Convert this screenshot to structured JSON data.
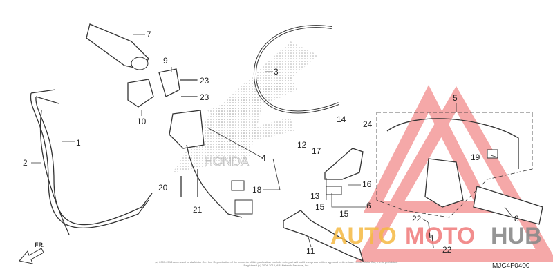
{
  "diagram": {
    "callouts": [
      "7",
      "9",
      "23",
      "23",
      "10",
      "3",
      "1",
      "2",
      "4",
      "12",
      "17",
      "14",
      "24",
      "5",
      "19",
      "13",
      "16",
      "15",
      "15",
      "6",
      "20",
      "21",
      "18",
      "11",
      "22",
      "22",
      "8"
    ],
    "direction_label": "FR.",
    "diagram_code": "MJC4F0400",
    "copyright": "(c) 2003-2013 American Honda Motor Co., Inc. Reproduction of the contents of this publication in whole or in part without the express written approval of American Honda Motor Co., Inc. is prohibited. Registered (c) 2004-2013, ARI Network Services, Inc."
  },
  "watermark": {
    "text_parts": [
      "AUTO",
      "MOTO",
      "HUB"
    ],
    "colors": {
      "auto": "#f5b942",
      "moto": "#f07a7a",
      "hub": "#8a8a8a",
      "triangle": "#f28b8b"
    }
  },
  "logo": {
    "text": "HONDA"
  }
}
